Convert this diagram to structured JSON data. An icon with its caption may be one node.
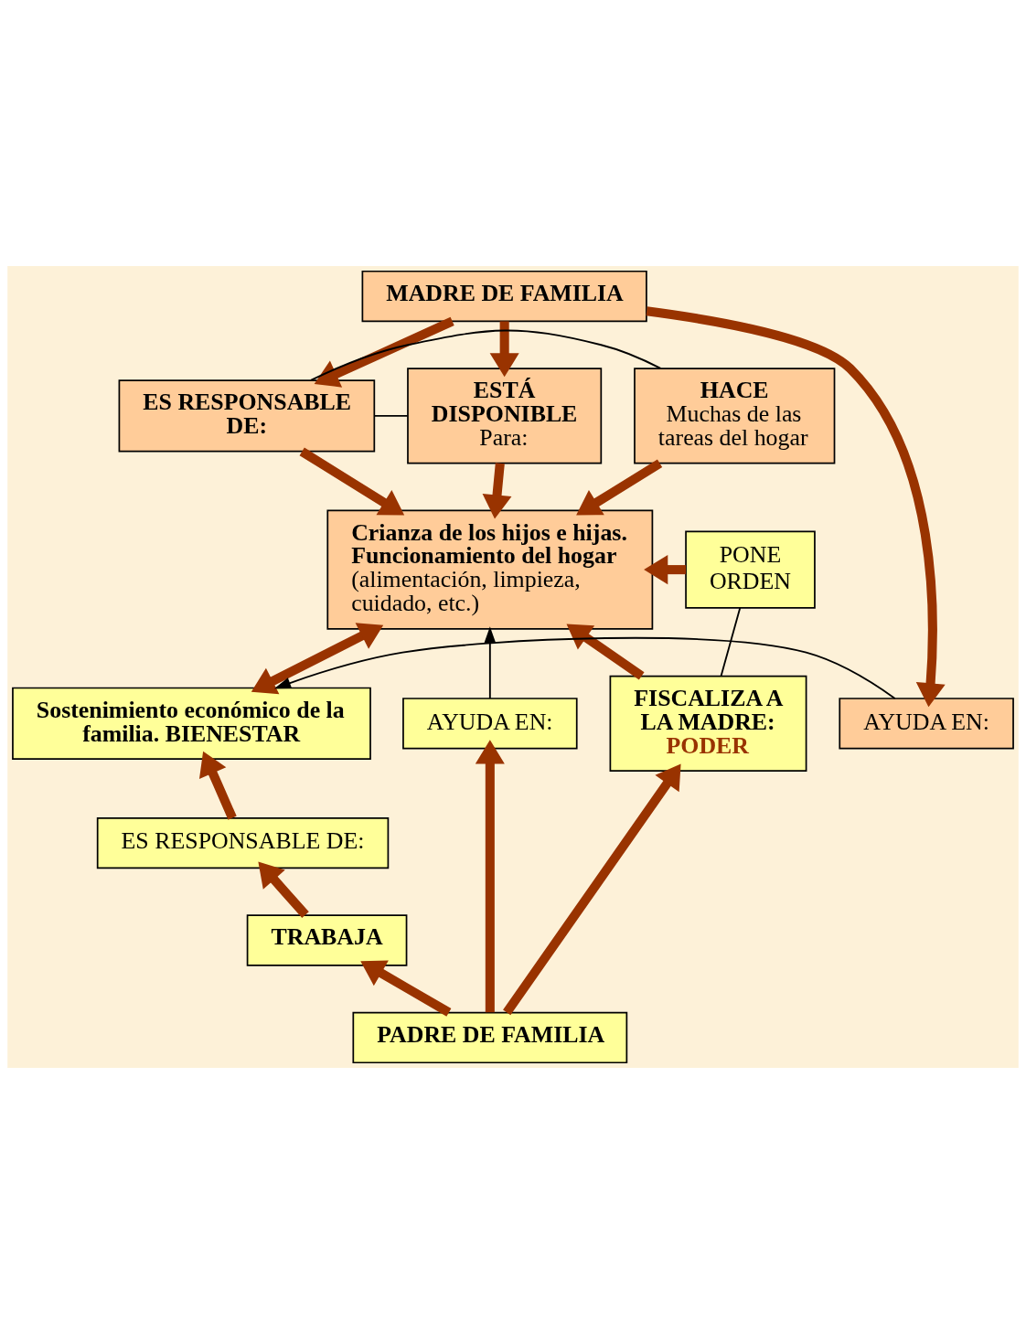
{
  "diagram": {
    "nodes": [
      {
        "text": [
          "MADRE DE FAMILIA"
        ]
      },
      {
        "text": [
          "HACE",
          "Muchas de las tareas del hogar"
        ]
      },
      {
        "text": [
          "ES RESPONSABLE DE:"
        ]
      },
      {
        "text": [
          "ESTÁ DISPONIBLE",
          "Para:"
        ]
      },
      {
        "text": [
          "Crianza de los hijos e hijas. Funcionamiento del hogar",
          "(alimentación, limpieza, cuidado, etc.)"
        ]
      },
      {
        "text": [
          "PONE ORDEN"
        ]
      },
      {
        "text": [
          "AYUDA EN:"
        ]
      },
      {
        "text": [
          "Sostenimiento económico de la familia. BIENESTAR"
        ]
      },
      {
        "text": [
          "AYUDA EN:"
        ]
      },
      {
        "text": [
          "ES RESPONSABLE DE:"
        ]
      },
      {
        "text": [
          "FISCALIZA A LA MADRE:",
          "PODER"
        ]
      },
      {
        "text": [
          "TRABAJA"
        ]
      },
      {
        "text": [
          "PADRE DE FAMILIA"
        ]
      }
    ],
    "edges": [
      {
        "from": 0,
        "to": 6,
        "arrow": "to"
      },
      {
        "from": 0,
        "to": 2,
        "arrow": "to"
      },
      {
        "from": 0,
        "to": 3,
        "arrow": "to"
      },
      {
        "from": 1,
        "to": 2,
        "arrow": "none",
        "color": "#000000"
      },
      {
        "from": 2,
        "to": 3,
        "arrow": "none",
        "color": "#000000"
      },
      {
        "from": 1,
        "to": 4,
        "arrow": "to"
      },
      {
        "from": 2,
        "to": 4,
        "arrow": "to"
      },
      {
        "from": 3,
        "to": 4,
        "arrow": "to"
      },
      {
        "from": 5,
        "to": 4,
        "arrow": "to"
      },
      {
        "from": 4,
        "to": 7,
        "arrow": "both"
      },
      {
        "from": 6,
        "to": 7,
        "arrow": "to",
        "color": "#000000"
      },
      {
        "from": 8,
        "to": 4,
        "arrow": "to",
        "color": "#000000"
      },
      {
        "from": 10,
        "to": 5,
        "arrow": "none",
        "color": "#000000"
      },
      {
        "from": 10,
        "to": 4,
        "arrow": "to"
      },
      {
        "from": 9,
        "to": 7,
        "arrow": "to"
      },
      {
        "from": 11,
        "to": 9,
        "arrow": "to"
      },
      {
        "from": 12,
        "to": 11,
        "arrow": "to"
      },
      {
        "from": 12,
        "to": 8,
        "arrow": "to"
      },
      {
        "from": 12,
        "to": 10,
        "arrow": "to"
      }
    ]
  }
}
